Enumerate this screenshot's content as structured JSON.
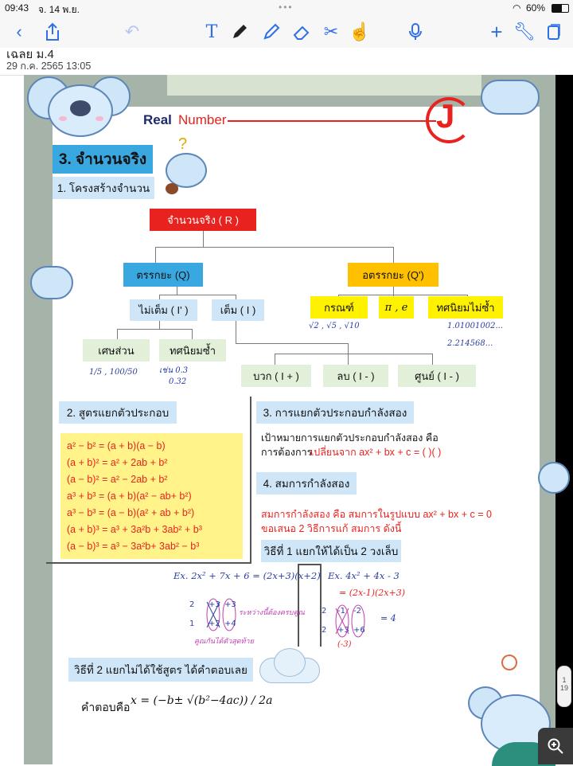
{
  "status": {
    "time": "09:43",
    "date": "จ. 14 พ.ย.",
    "battery": "60%"
  },
  "document": {
    "title": "เฉลย ม.4",
    "timestamp": "29 ก.ค. 2565 13:05"
  },
  "header": {
    "real": "Real",
    "number": "Number",
    "logo_letter": "J"
  },
  "section3": {
    "title": "3. จำนวนจริง",
    "subtitle": "1. โครงสร้างจำนวน"
  },
  "tree": {
    "root": "จำนวนจริง ( R )",
    "rational": "ตรรกยะ (Q)",
    "irrational": "อตรรกยะ (Q')",
    "non_integer": "ไม่เต็ม ( I' )",
    "integer": "เต็ม ( I )",
    "fraction": "เศษส่วน",
    "repeating": "ทศนิยมซ้ำ",
    "root_case": "กรณฑ์",
    "pi_e": "π , e",
    "non_repeating": "ทศนิยมไม่ซ้ำ",
    "positive": "บวก ( I + )",
    "negative": "ลบ ( I - )",
    "zero": "ศูนย์ ( I - )"
  },
  "handnotes": {
    "roots": "√2 , √5 , √10",
    "decimals1": "1.01001002...",
    "decimals2": "2.214568...",
    "fractions": "1/5 , 100/50",
    "repeat1": "เช่น 0.3̇",
    "repeat2": "0.32̇",
    "ex1": "Ex. 2x² + 7x + 6 = (2x+3)(x+2)",
    "ex2": "Ex. 4x² + 4x - 3",
    "ex2_result": "= (2x-1)(2x+3)",
    "note1": "ระหว่างนี้ต้องครบคูณ",
    "note2": "คูณกันได้ตัวสุดท้าย",
    "sum": "= 4",
    "neg3": "(-3)"
  },
  "section2": {
    "title": "2. สูตรแยกตัวประกอบ",
    "formulas": [
      "a² − b² = (a + b)(a − b)",
      "(a + b)² = a² + 2ab + b²",
      "(a − b)² = a² − 2ab + b²",
      "a³ + b³ = (a + b)(a² − ab+ b²)",
      "a³ − b³ = (a − b)(a² + ab + b²)",
      "(a + b)³ = a³ + 3a²b + 3ab² + b³",
      "(a − b)³ = a³ − 3a²b+ 3ab² − b³"
    ]
  },
  "section3b": {
    "title": "3. การแยกตัวประกอบกำลังสอง",
    "line1": "เป้าหมายการแยกตัวประกอบกำลังสอง คือ",
    "line2_prefix": "การต้องการ",
    "line2_red": "เปลี่ยนจาก ax² + bx + c = (    )(    )"
  },
  "section4": {
    "title": "4. สมการกำลังสอง",
    "line1": "สมการกำลังสอง คือ สมการในรูปแบบ ax² + bx + c = 0",
    "line2": "ขอเสนอ 2 วิธีการแก้ สมการ ดังนี้",
    "method1": "วิธีที่ 1 แยกให้ได้เป็น 2 วงเล็บ",
    "method2": "วิธีที่ 2 แยกไม่ได้ใช้สูตร ได้คำตอบเลย",
    "answer_label": "คำตอบคือ",
    "answer_formula": "x = (−b± √(b²−4ac)) / 2a"
  },
  "pager": {
    "current": "1",
    "total": "19"
  },
  "colors": {
    "accent": "#2f6fe8",
    "red": "#e8231f",
    "cyan": "#39a8e0",
    "orange": "#ffc000",
    "yellow": "#fff200",
    "lightblue": "#cfe6f8",
    "green_light": "#e2f0d9"
  }
}
